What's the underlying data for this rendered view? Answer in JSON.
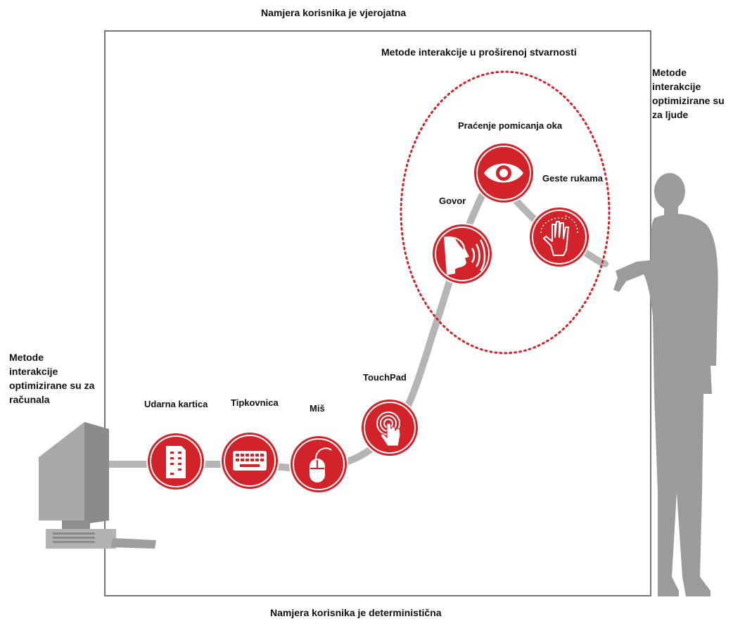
{
  "top_label": "Namjera korisnika je vjerojatna",
  "bottom_label": "Namjera korisnika je deterministična",
  "ar_heading": "Metode interakcije u proširenoj stvarnosti",
  "left_side": {
    "line1": "Metode",
    "line2": "interakcije",
    "line3": "optimizirane su za",
    "line4": "računala"
  },
  "right_side": {
    "line1": "Metode",
    "line2": "interakcije",
    "line3": "optimizirane su",
    "line4": "za ljude"
  },
  "methods": [
    {
      "label": "Udarna kartica",
      "icon": "punch-card-icon"
    },
    {
      "label": "Tipkovnica",
      "icon": "keyboard-icon"
    },
    {
      "label": "Miš",
      "icon": "mouse-icon"
    },
    {
      "label": "TouchPad",
      "icon": "touchpad-icon"
    },
    {
      "label": "Govor",
      "icon": "speech-icon"
    },
    {
      "label": "Praćenje pomicanja oka",
      "icon": "eye-icon"
    },
    {
      "label": "Geste rukama",
      "icon": "hand-gesture-icon"
    }
  ],
  "colors": {
    "accent": "#d2232a",
    "path": "#b5b5b5",
    "silhouette": "#9b9b9b",
    "frame": "#777777"
  }
}
